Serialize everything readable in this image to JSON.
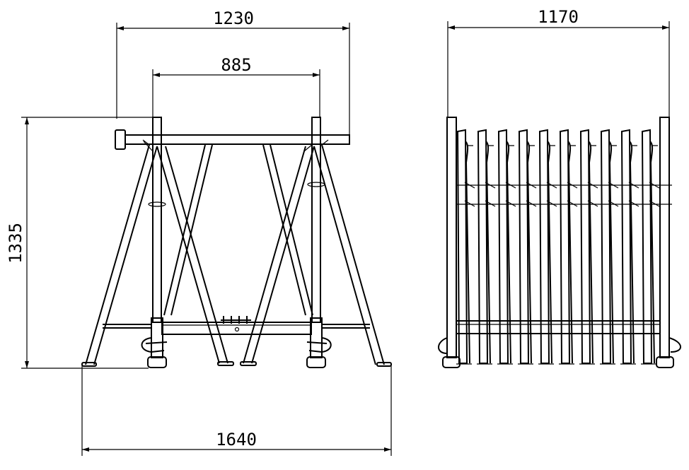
{
  "dimensions": {
    "top_outer": "1230",
    "top_inner": "885",
    "height": "1335",
    "bottom": "1640",
    "side_width": "1170"
  },
  "colors": {
    "stroke": "#000000",
    "background": "#ffffff"
  }
}
